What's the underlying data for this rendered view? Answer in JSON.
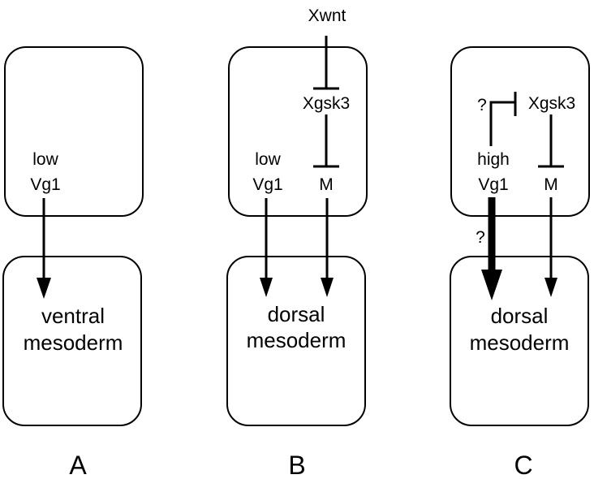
{
  "panels": {
    "a": {
      "label": "A",
      "top_box": {
        "vg1_level": "low",
        "vg1": "Vg1"
      },
      "bottom_box": {
        "line1": "ventral",
        "line2": "mesoderm"
      }
    },
    "b": {
      "label": "B",
      "input": "Xwnt",
      "top_box": {
        "xgsk3": "Xgsk3",
        "vg1_level": "low",
        "vg1": "Vg1",
        "m": "M"
      },
      "bottom_box": {
        "line1": "dorsal",
        "line2": "mesoderm"
      }
    },
    "c": {
      "label": "C",
      "top_box": {
        "question_inhibit": "?",
        "xgsk3": "Xgsk3",
        "vg1_level": "high",
        "vg1": "Vg1",
        "m": "M"
      },
      "arrow_question": "?",
      "bottom_box": {
        "line1": "dorsal",
        "line2": "mesoderm"
      }
    }
  }
}
